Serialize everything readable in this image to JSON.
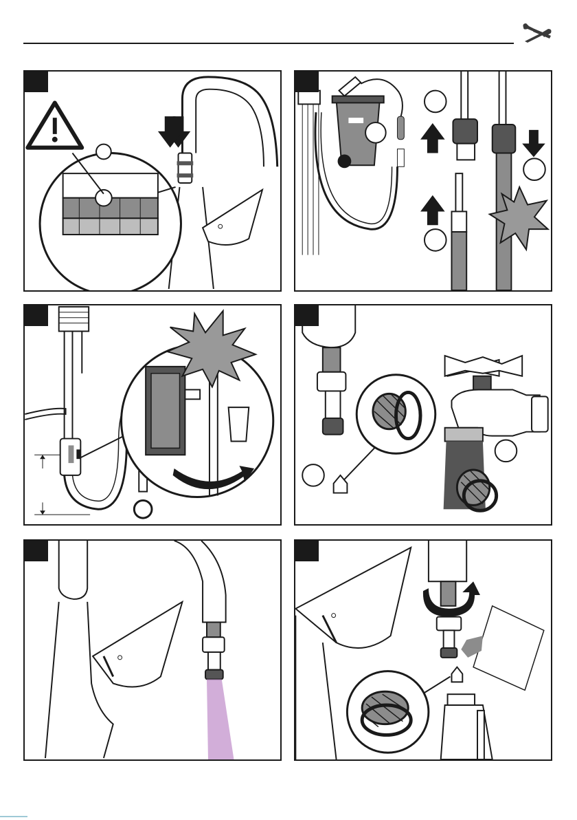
{
  "page": {
    "header_icon": "wrench-screwdriver-icon",
    "panels": [
      {
        "id": "step-1",
        "icons": [
          "press-down-arrow-icon",
          "warning-triangle-icon",
          "magnifier-callout-icon"
        ]
      },
      {
        "id": "step-2",
        "icons": [
          "recycle-bin-icon",
          "push-up-arrow-icon",
          "push-down-arrow-icon",
          "burst-icon"
        ]
      },
      {
        "id": "step-3",
        "icons": [
          "burst-icon",
          "rotate-arrow-icon",
          "magnifier-callout-icon",
          "dimension-arrow-icon"
        ]
      },
      {
        "id": "step-4",
        "icons": [
          "strainer-icon",
          "tap-icon",
          "magnifier-callout-icon"
        ]
      },
      {
        "id": "step-5",
        "icons": [
          "flush-stream-icon"
        ]
      },
      {
        "id": "step-6",
        "icons": [
          "rotate-arrow-icon",
          "strainer-icon",
          "cloth-icon",
          "magnifier-callout-icon"
        ]
      }
    ],
    "colors": {
      "ink": "#1a1a1a",
      "tint": "#8c8c8c",
      "burst": "#999999",
      "flush": "#c79ad0"
    }
  }
}
